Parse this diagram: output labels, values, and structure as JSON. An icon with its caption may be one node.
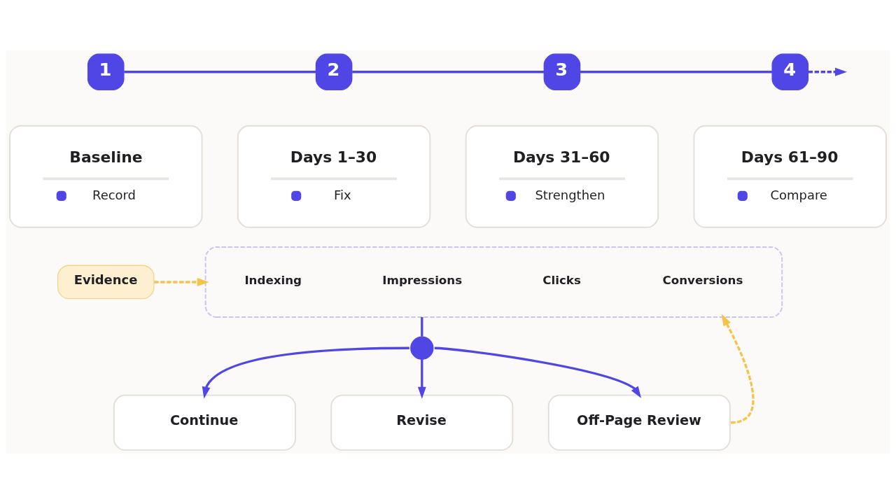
{
  "diagram": {
    "nodes": [
      {
        "text": [
          "1"
        ]
      },
      {
        "text": [
          "2"
        ]
      },
      {
        "text": [
          "3"
        ]
      },
      {
        "text": [
          "4"
        ]
      },
      {
        "text": [
          "Baseline",
          "Record"
        ]
      },
      {
        "text": [
          "Days 1–30",
          "Fix"
        ]
      },
      {
        "text": [
          "Days 31–60",
          "Strengthen"
        ]
      },
      {
        "text": [
          "Days 61–90",
          "Compare"
        ]
      },
      {
        "text": [
          "Evidence"
        ]
      },
      {
        "text": [],
        "shape": "box"
      },
      {
        "text": [
          "Indexing"
        ],
        "in": 9
      },
      {
        "text": [
          "Impressions"
        ],
        "in": 9
      },
      {
        "text": [
          "Clicks"
        ],
        "in": 9
      },
      {
        "text": [
          "Conversions"
        ],
        "in": 9
      },
      {
        "text": [],
        "shape": "circle"
      },
      {
        "text": [
          "Continue"
        ]
      },
      {
        "text": [
          "Revise"
        ]
      },
      {
        "text": [
          "Off-Page Review"
        ]
      }
    ],
    "edges": [
      {
        "from": 0,
        "to": 1,
        "arrow": "none"
      },
      {
        "from": 1,
        "to": 2,
        "arrow": "none"
      },
      {
        "from": 2,
        "to": 3,
        "arrow": "none"
      },
      {
        "from": 3,
        "to": null,
        "arrow": "to",
        "style": "dashed"
      },
      {
        "from": 8,
        "to": 9,
        "arrow": "to",
        "style": "dashed",
        "color": "#f5c24a"
      },
      {
        "from": 9,
        "to": 14,
        "arrow": "none"
      },
      {
        "from": 14,
        "to": 15,
        "arrow": "to"
      },
      {
        "from": 14,
        "to": 16,
        "arrow": "to"
      },
      {
        "from": 14,
        "to": 17,
        "arrow": "to"
      },
      {
        "from": 17,
        "to": 9,
        "arrow": "to",
        "style": "dashed",
        "color": "#f5c24a"
      }
    ]
  }
}
